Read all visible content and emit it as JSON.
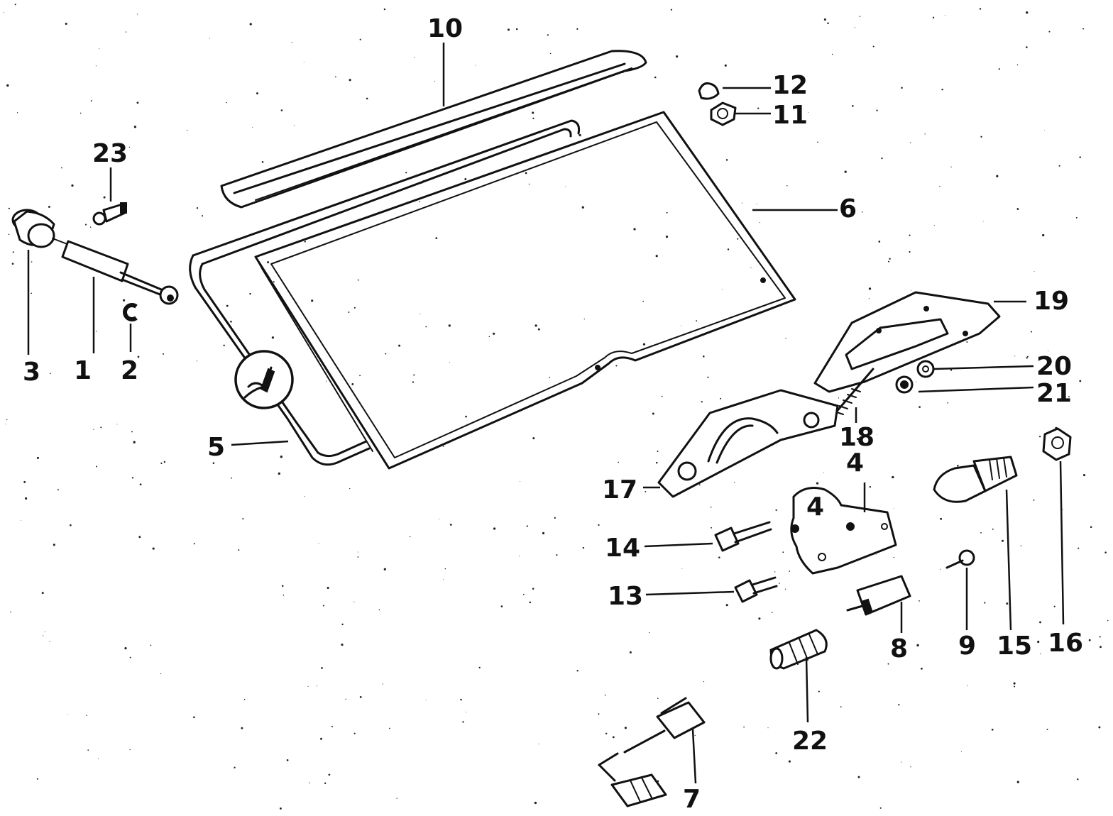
{
  "diagram": {
    "callouts": [
      {
        "id": "c1",
        "label": "1"
      },
      {
        "id": "c2",
        "label": "2"
      },
      {
        "id": "c3",
        "label": "3"
      },
      {
        "id": "c4",
        "label": "4"
      },
      {
        "id": "c5",
        "label": "5"
      },
      {
        "id": "c6",
        "label": "6"
      },
      {
        "id": "c7",
        "label": "7"
      },
      {
        "id": "c8",
        "label": "8"
      },
      {
        "id": "c9",
        "label": "9"
      },
      {
        "id": "c10",
        "label": "10"
      },
      {
        "id": "c11",
        "label": "11"
      },
      {
        "id": "c12",
        "label": "12"
      },
      {
        "id": "c13",
        "label": "13"
      },
      {
        "id": "c14",
        "label": "14"
      },
      {
        "id": "c15",
        "label": "15"
      },
      {
        "id": "c16",
        "label": "16"
      },
      {
        "id": "c17",
        "label": "17"
      },
      {
        "id": "c18",
        "label": "18"
      },
      {
        "id": "c19",
        "label": "19"
      },
      {
        "id": "c20",
        "label": "20"
      },
      {
        "id": "c21",
        "label": "21"
      },
      {
        "id": "c22",
        "label": "22"
      },
      {
        "id": "c23",
        "label": "23"
      }
    ],
    "inset_mark": "4",
    "colors": {
      "ink": "#111111",
      "paper": "#ffffff"
    }
  }
}
